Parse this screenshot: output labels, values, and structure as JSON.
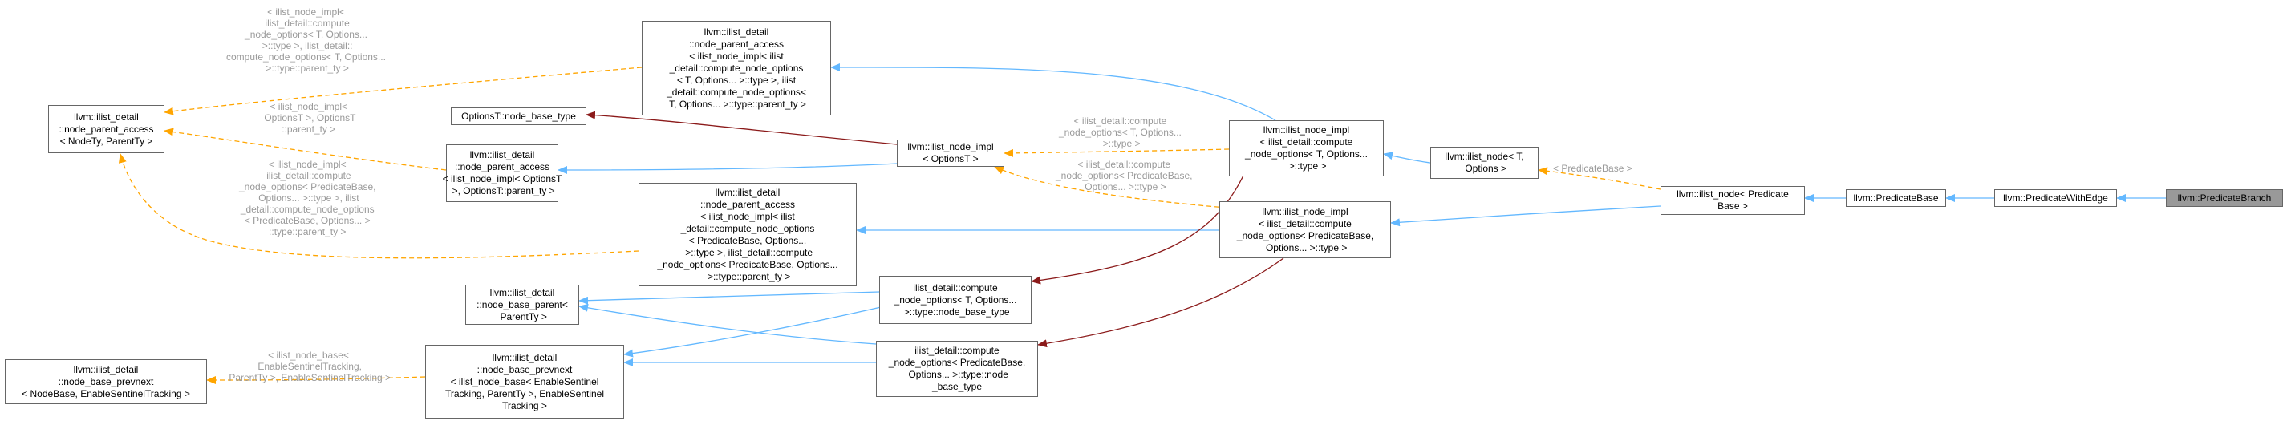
{
  "colors": {
    "inherit_edge": "#63b8ff",
    "template_edge": "#ffa500",
    "usage_edge": "#8b1a1a",
    "edge_label": "#9a9a9a",
    "leaf_fill": "#999999",
    "node_border": "#666666"
  },
  "nodes": {
    "predicate_branch": "llvm::PredicateBranch",
    "predicate_with_edge": "llvm::PredicateWithEdge",
    "predicate_base": "llvm::PredicateBase",
    "ilist_node_predicate_base": "llvm::ilist_node< Predicate\nBase >",
    "ilist_node_t_options": "llvm::ilist_node< T,\n Options >",
    "ilist_node_impl_compute_t": "llvm::ilist_node_impl\n< ilist_detail::compute\n_node_options< T, Options...\n >::type >",
    "ilist_node_impl_compute_predicate": "llvm::ilist_node_impl\n< ilist_detail::compute\n_node_options< PredicateBase,\n Options... >::type >",
    "ilist_node_impl_optionst": "llvm::ilist_node_impl\n< OptionsT >",
    "options_node_base_type": "OptionsT::node_base_type",
    "node_parent_access_compute_t": "llvm::ilist_detail\n::node_parent_access\n< ilist_node_impl< ilist\n_detail::compute_node_options\n< T, Options... >::type >, ilist\n_detail::compute_node_options<\n T, Options... >::type::parent_ty >",
    "node_parent_access_optionst": "llvm::ilist_detail\n::node_parent_access\n< ilist_node_impl< OptionsT\n >, OptionsT::parent_ty >",
    "node_parent_access_predicate": "llvm::ilist_detail\n::node_parent_access\n< ilist_node_impl< ilist\n_detail::compute_node_options\n< PredicateBase, Options...\n >::type >, ilist_detail::compute\n_node_options< PredicateBase, Options...\n >::type::parent_ty >",
    "node_parent_access_generic": "llvm::ilist_detail\n::node_parent_access\n< NodeTy, ParentTy >",
    "compute_t_node_base_type": "ilist_detail::compute\n_node_options< T, Options...\n >::type::node_base_type",
    "compute_predicate_node_base_type": "ilist_detail::compute\n_node_options< PredicateBase,\n Options... >::type::node\n_base_type",
    "node_base_parent": "llvm::ilist_detail\n::node_base_parent<\n ParentTy >",
    "node_base_prevnext_enable": "llvm::ilist_detail\n::node_base_prevnext\n< ilist_node_base< EnableSentinel\nTracking, ParentTy >, EnableSentinel\nTracking >",
    "node_base_prevnext_generic": "llvm::ilist_detail\n::node_base_prevnext\n< NodeBase, EnableSentinelTracking >"
  },
  "edge_labels": {
    "predicate_base_arg": "< PredicateBase >",
    "compute_t_options": "< ilist_detail::compute\n_node_options< T, Options...\n >::type >",
    "compute_predicate_options": "< ilist_detail::compute\n_node_options< PredicateBase,\n Options... >::type >",
    "parent_access_compute_t": "< ilist_node_impl<\n ilist_detail::compute\n_node_options< T, Options...\n >::type >, ilist_detail::\ncompute_node_options< T, Options...\n >::type::parent_ty >",
    "parent_access_optionst": "< ilist_node_impl<\n OptionsT >, OptionsT\n::parent_ty >",
    "parent_access_predicate": "< ilist_node_impl<\n ilist_detail::compute\n_node_options< PredicateBase,\n Options... >::type >, ilist\n_detail::compute_node_options\n< PredicateBase, Options... >\n::type::parent_ty >",
    "prevnext_args": "< ilist_node_base<\n EnableSentinelTracking,\n ParentTy >, EnableSentinelTracking >"
  }
}
